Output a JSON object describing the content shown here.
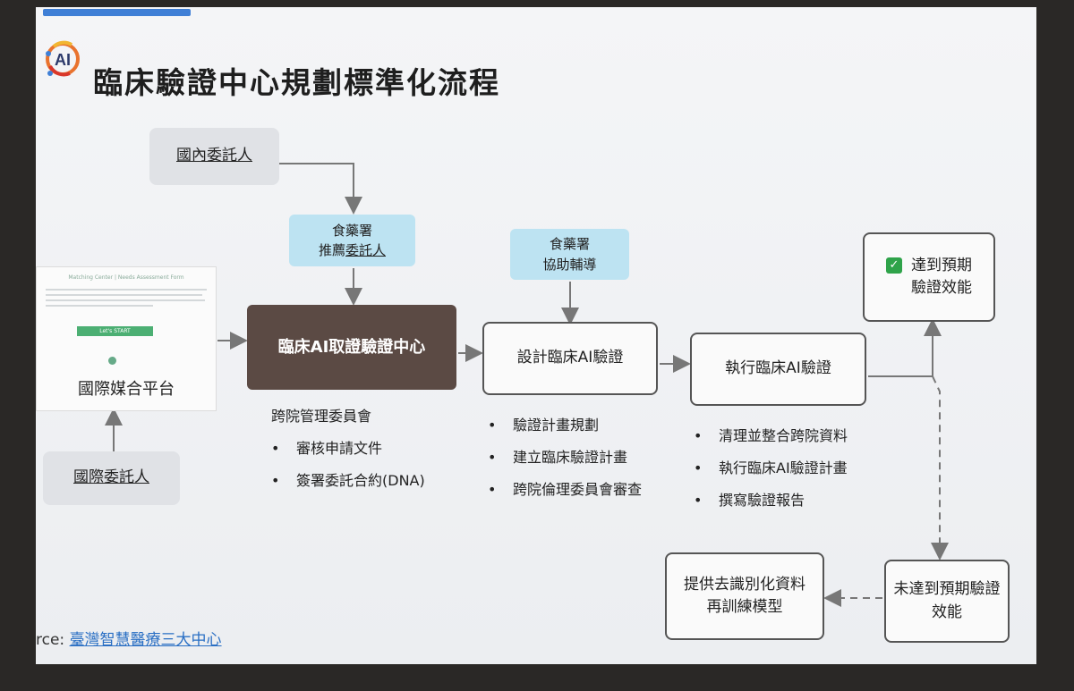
{
  "title": "臨床驗證中心規劃標準化流程",
  "nodes": {
    "domestic_client": "國內委託人",
    "fda_recommend_line1": "食藥署",
    "fda_recommend_line2_pre": "推薦",
    "fda_recommend_line2_u": "委託人",
    "center": "臨床AI取證驗證中心",
    "fda_assist_line1": "食藥署",
    "fda_assist_line2": "協助輔導",
    "design": "設計臨床AI驗證",
    "execute": "執行臨床AI驗證",
    "achieved_line1": "達到預期",
    "achieved_line2": "驗證效能",
    "not_achieved_line1": "未達到預期驗證",
    "not_achieved_line2": "效能",
    "retrain_line1": "提供去識別化資料",
    "retrain_line2": "再訓練模型",
    "intl_client": "國際委託人"
  },
  "platform": {
    "header": "Matching Center | Needs Assessment Form",
    "button": "Let's START",
    "label": "國際媒合平台"
  },
  "center_list": {
    "heading": "跨院管理委員會",
    "items": [
      "審核申請文件",
      "簽署委託合約(DNA)"
    ]
  },
  "design_list": [
    "驗證計畫規劃",
    "建立臨床驗證計畫",
    "跨院倫理委員會審查"
  ],
  "execute_list": [
    "清理並整合跨院資料",
    "執行臨床AI驗證計畫",
    "撰寫驗證報告"
  ],
  "bullet": "•",
  "source": {
    "prefix": "rce:",
    "link": "臺灣智慧醫療三大中心"
  },
  "colors": {
    "dark_box": "#5b4a44",
    "blue_box": "#bde3f2",
    "check": "#2fa34a",
    "link": "#2a6fc4"
  }
}
